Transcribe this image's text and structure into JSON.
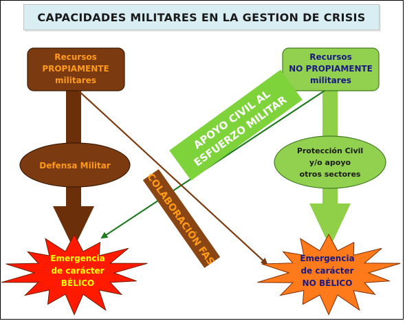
{
  "title": "CAPACIDADES MILITARES EN LA GESTION DE CRISIS",
  "nodes": {
    "military_resources": [
      "Recursos",
      "PROPIAMENTE",
      "militares"
    ],
    "non_military_resources": [
      "Recursos",
      "NO PROPIAMENTE",
      "militares"
    ],
    "military_defense": "Defensa Militar",
    "civil_protection": [
      "Protección Civil",
      "y/o apoyo",
      "otros sectores"
    ],
    "war_emergency": [
      "Emergencia",
      "de carácter",
      "BÉLICO"
    ],
    "non_war_emergency": [
      "Emergencia",
      "de carácter",
      "NO BÉLICO"
    ]
  },
  "banners": {
    "civil_support": [
      "APOYO CIVIL AL",
      "ESFUERZO MILITAR"
    ],
    "fas_collaboration": "COLABORACIÓN FAS"
  },
  "colors": {
    "brown": "#7b3a10",
    "dark_brown": "#5a2606",
    "light_green": "#92d050",
    "green": "#6ec030",
    "dark_green": "#1e7a1e",
    "orange_text": "#ff9a1a",
    "red_star": "#ff1a00",
    "orange_star": "#ff7a1a",
    "yellow_text": "#ffff00",
    "navy_text": "#1a1a80"
  }
}
